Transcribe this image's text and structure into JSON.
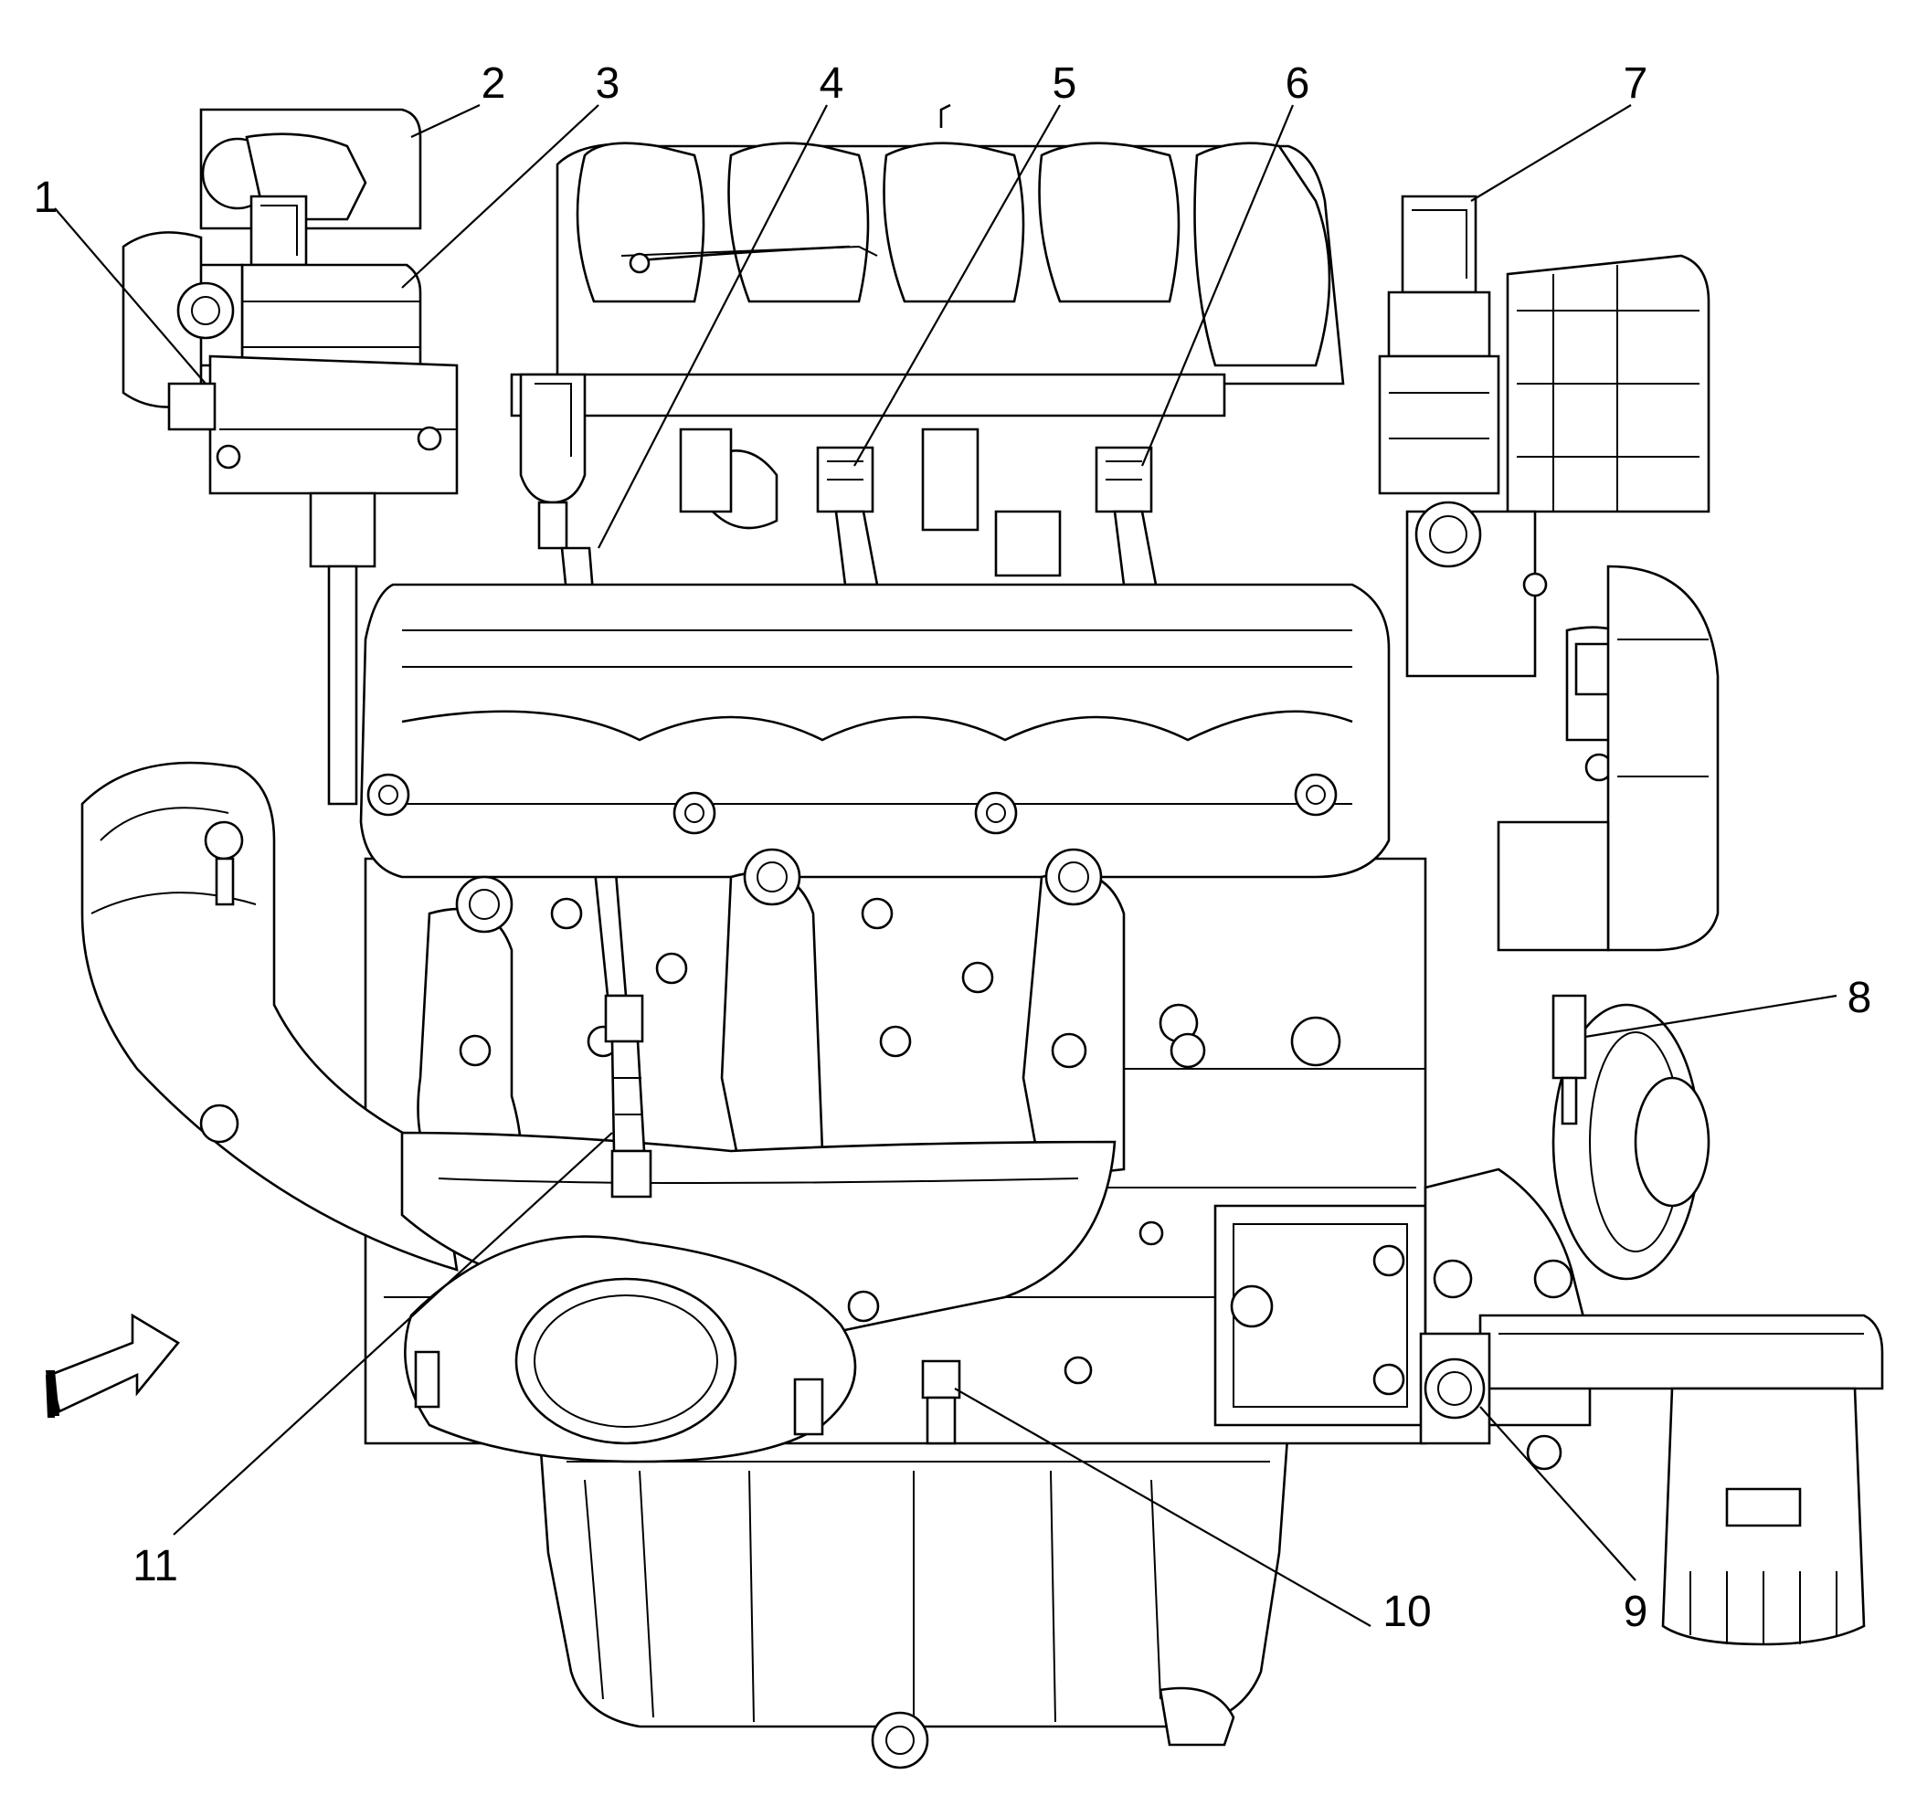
{
  "diagram": {
    "callouts": [
      {
        "id": 1,
        "label": "1"
      },
      {
        "id": 2,
        "label": "2"
      },
      {
        "id": 3,
        "label": "3"
      },
      {
        "id": 4,
        "label": "4"
      },
      {
        "id": 5,
        "label": "5"
      },
      {
        "id": 6,
        "label": "6"
      },
      {
        "id": 7,
        "label": "7"
      },
      {
        "id": 8,
        "label": "8"
      },
      {
        "id": 9,
        "label": "9"
      },
      {
        "id": 10,
        "label": "10"
      },
      {
        "id": 11,
        "label": "11"
      }
    ],
    "view_arrow": "front-arrow-icon"
  }
}
